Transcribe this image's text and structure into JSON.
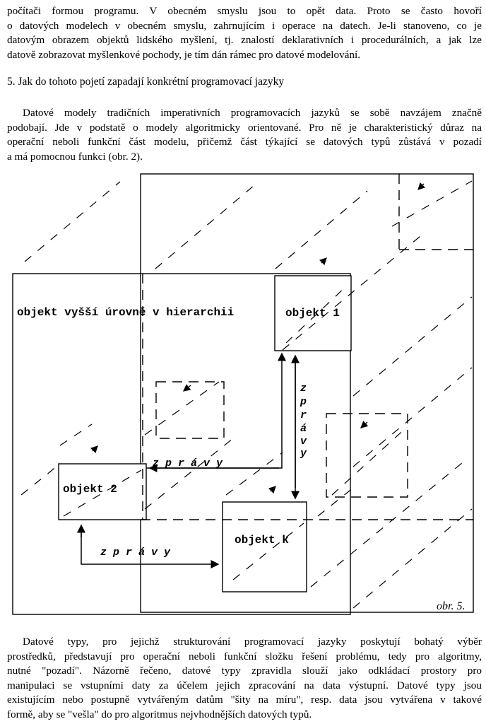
{
  "intro_lines": [
    "počítači formou programu. V obecném smyslu jsou to opět data. Proto se často hovoří",
    "o datových modelech v obecném smyslu, zahrnujícím i operace na datech. Je-li stanoveno, co je",
    "datovým obrazem objektů lidského myšlení, tj. znalostí deklarativních i procedurálních, a jak lze",
    "datově zobrazovat myšlenkové pochody, je tím dán rámec pro datové modelování."
  ],
  "section_heading": "5. Jak do tohoto pojetí zapadají konkrétní programovací jazyky",
  "paragraph2_lines": [
    "Datové modely tradičních imperativních programovacích jazyků se sobě navzájem značně",
    "podobají. Jde v podstatě o modely algoritmicky orientované. Pro ně je charakteristický důraz na",
    "operační neboli funkční část modelu,  přičemž  část  týkající  se datových typů zůstává v pozadí",
    "a má pomocnou funkci (obr. 2)."
  ],
  "figure": {
    "label_higher": "objekt vyšší úrovně v hierarchii",
    "label_obj1": "objekt 1",
    "label_obj2": "objekt 2",
    "label_objk": "objekt k",
    "messages_vertical": [
      "z",
      "p",
      "r",
      "á",
      "v",
      "y"
    ],
    "messages_h1": "z p r á v y",
    "messages_h2": "z p r á v y",
    "fig_number": "obr. 5."
  },
  "paragraph3_lines": [
    "Datové typy, pro jejichž strukturování programovací jazyky poskytují bohatý výběr",
    "prostředků, představují pro operační neboli funkční složku řešení problému, tedy pro algoritmy,",
    "nutné \"pozadí\". Názorně řečeno, datové typy zpravidla slouží jako odkládací prostory pro",
    "manipulaci se vstupními daty za účelem jejich zpracování na data výstupní. Datové typy jsou",
    "existujícím nebo postupně vytvářeným datům \"šity na míru\", resp. data jsou vytvářena v takové",
    "formě, aby se \"vešla\" do pro algoritmus nejvhodnějších datových typů."
  ]
}
